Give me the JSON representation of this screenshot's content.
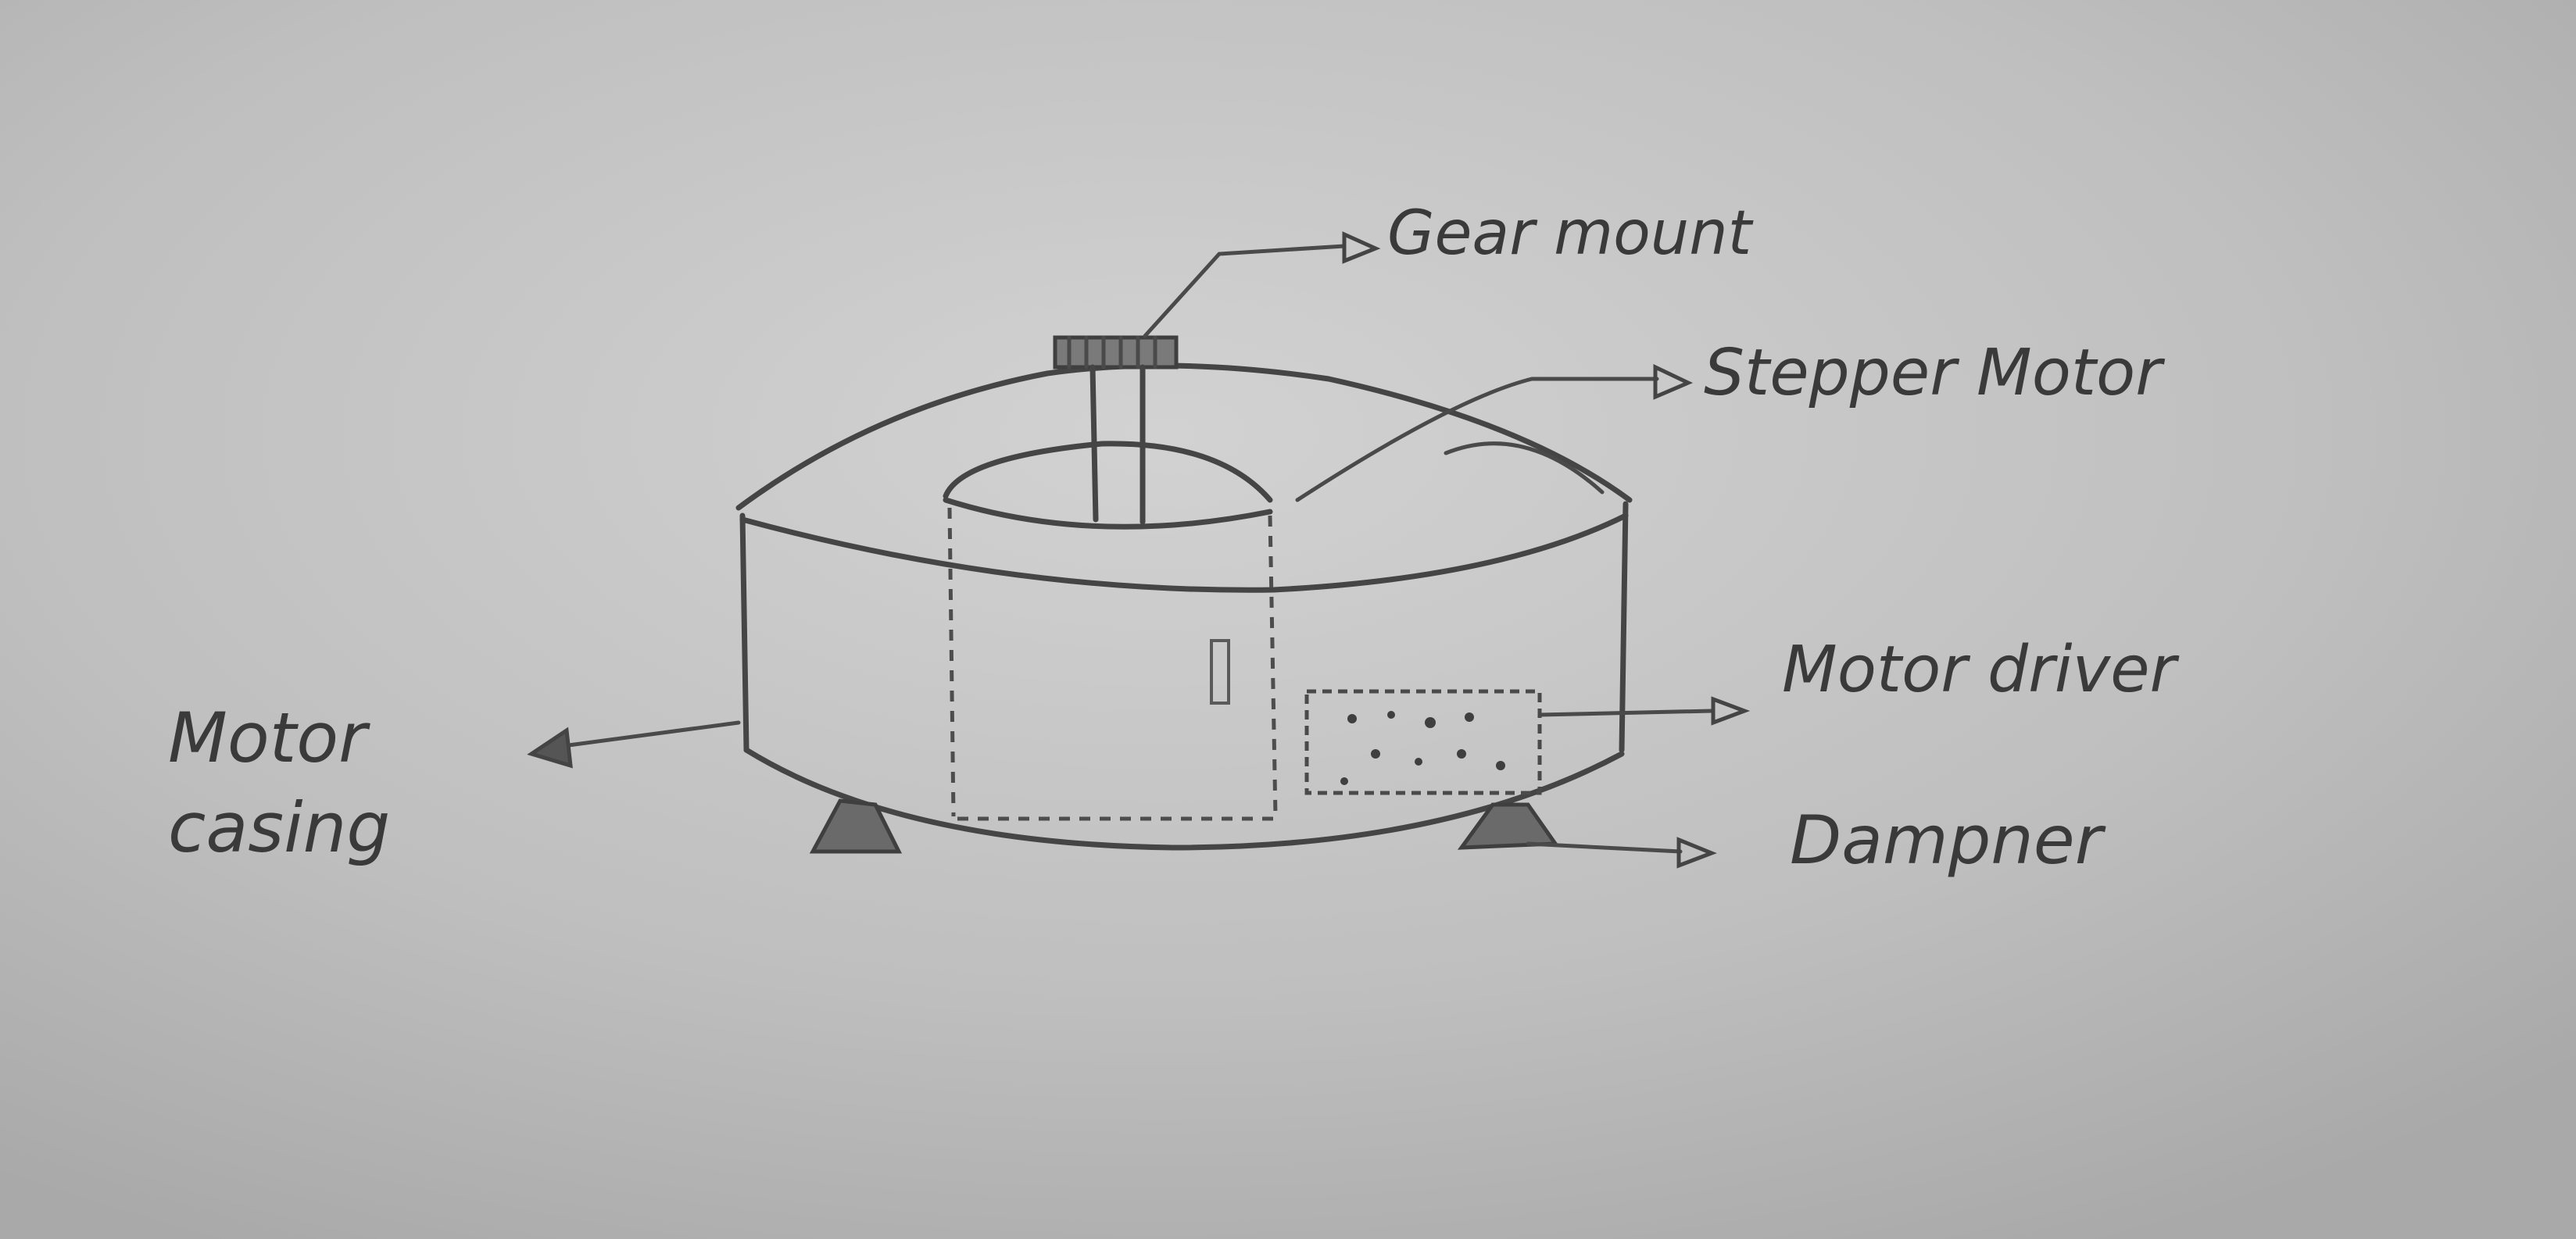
{
  "labels": {
    "gear_mount": "Gear mount",
    "stepper_motor": "Stepper Motor",
    "motor_driver": "Motor driver",
    "motor_casing_line1": "Motor",
    "motor_casing_line2": "casing",
    "dampner": "Dampner"
  },
  "colors": {
    "paper": "#bdbdbd",
    "pencil": "#454545"
  }
}
